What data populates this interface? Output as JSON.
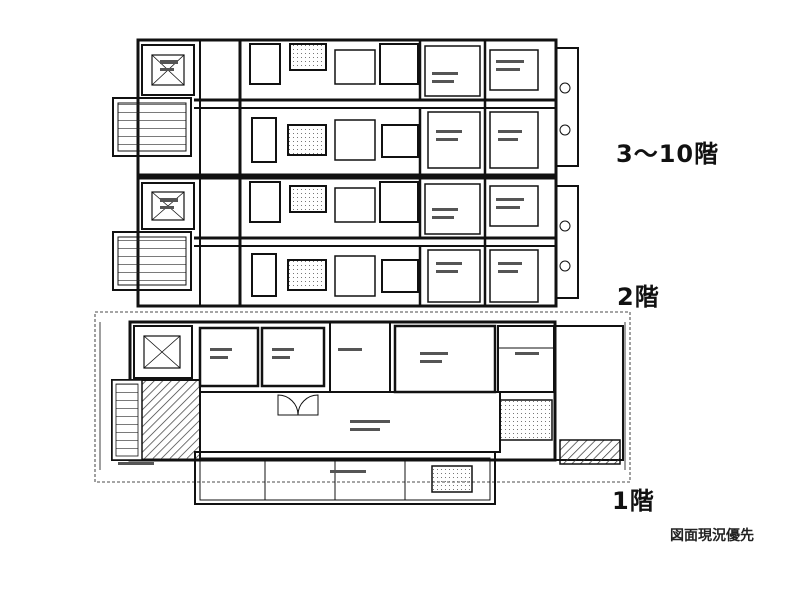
{
  "floors": [
    {
      "label": "3〜10階"
    },
    {
      "label": "2階"
    },
    {
      "label": "1階"
    }
  ],
  "note": "図面現況優先",
  "colors": {
    "ink": "#111111",
    "paper": "#ffffff",
    "hatch": "#444444"
  }
}
